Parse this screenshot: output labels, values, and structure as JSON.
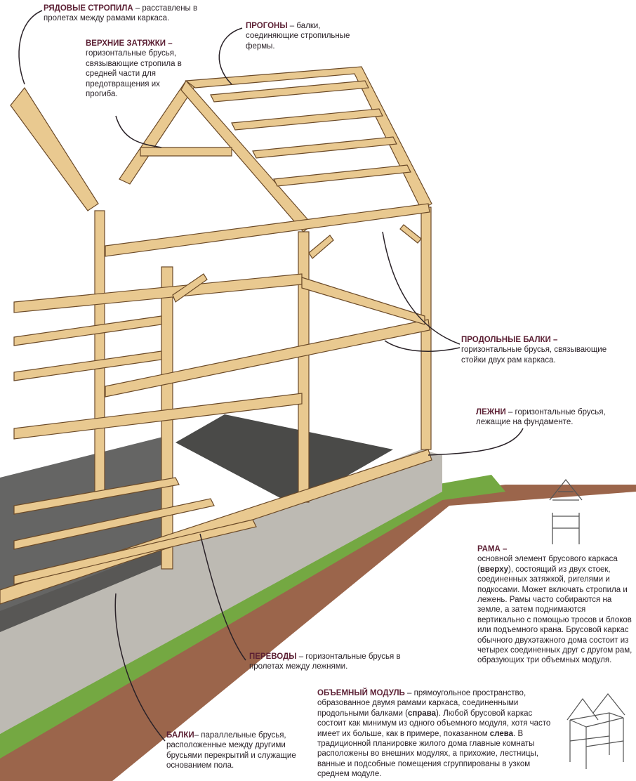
{
  "colors": {
    "heading": "#5b1f33",
    "text": "#2a2228",
    "timber": "#e9c990",
    "concrete": "#b8b6b0",
    "grass": "#74a842",
    "soil": "#8a4a2c"
  },
  "labels": {
    "ryadovye": {
      "title": "РЯДОВЫЕ СТРОПИЛА",
      "text": " – расставлены в пролетах между рамами каркаса."
    },
    "verkhnie": {
      "title": "ВЕРХНИЕ ЗАТЯЖКИ –",
      "text": "горизонтальные брусья, связывающие стропила в средней части для предотвращения их прогиба."
    },
    "progony": {
      "title": "ПРОГОНЫ",
      "text": " – балки, соединяющие стропильные фермы."
    },
    "prodolnye": {
      "title": "ПРОДОЛЬНЫЕ БАЛКИ –",
      "text": "горизонтальные брусья, связывающие стойки двух рам каркаса."
    },
    "lezhni": {
      "title": "ЛЕЖНИ",
      "text": " – горизонтальные брусья, лежащие на фундаменте."
    },
    "rama": {
      "title": "РАМА –",
      "text1": "основной элемент брусового каркаса (",
      "bold1": "вверху",
      "text2": "), состоящий из двух стоек, соединенных затяжкой, ригелями и подкосами. Может включать стропила и лежень. Рамы часто собираются на земле, а затем поднимаются вертикально с помощью тросов и блоков или подъемного крана. Брусовой каркас обычного двухэтажного дома состоит из четырех соединенных друг с другом рам, образующих три объемных модуля."
    },
    "perevody": {
      "title": "ПЕРЕВОДЫ",
      "text": " – горизонтальные брусья в пролетах между лежнями."
    },
    "modul": {
      "title": "ОБЪЕМНЫЙ МОДУЛЬ",
      "text1": " – прямоугольное пространство, образованное двумя рамами каркаса, соединенными продольными балками (",
      "bold1": "справа",
      "text2": "). Любой брусовой каркас состоит как минимум из одного объемного модуля, хотя часто имеет их больше, как в примере, показанном ",
      "bold2": "слева",
      "text3": ". В традиционной планировке жилого дома главные комнаты расположены во внешних модулях, а прихожие, лестницы, ванные и подсобные помещения сгруппированы в узком среднем модуле."
    },
    "balki": {
      "title": "БАЛКИ",
      "text": "– параллельные брусья, расположенные между другими брусьями перекрытий и служащие основанием пола."
    }
  }
}
